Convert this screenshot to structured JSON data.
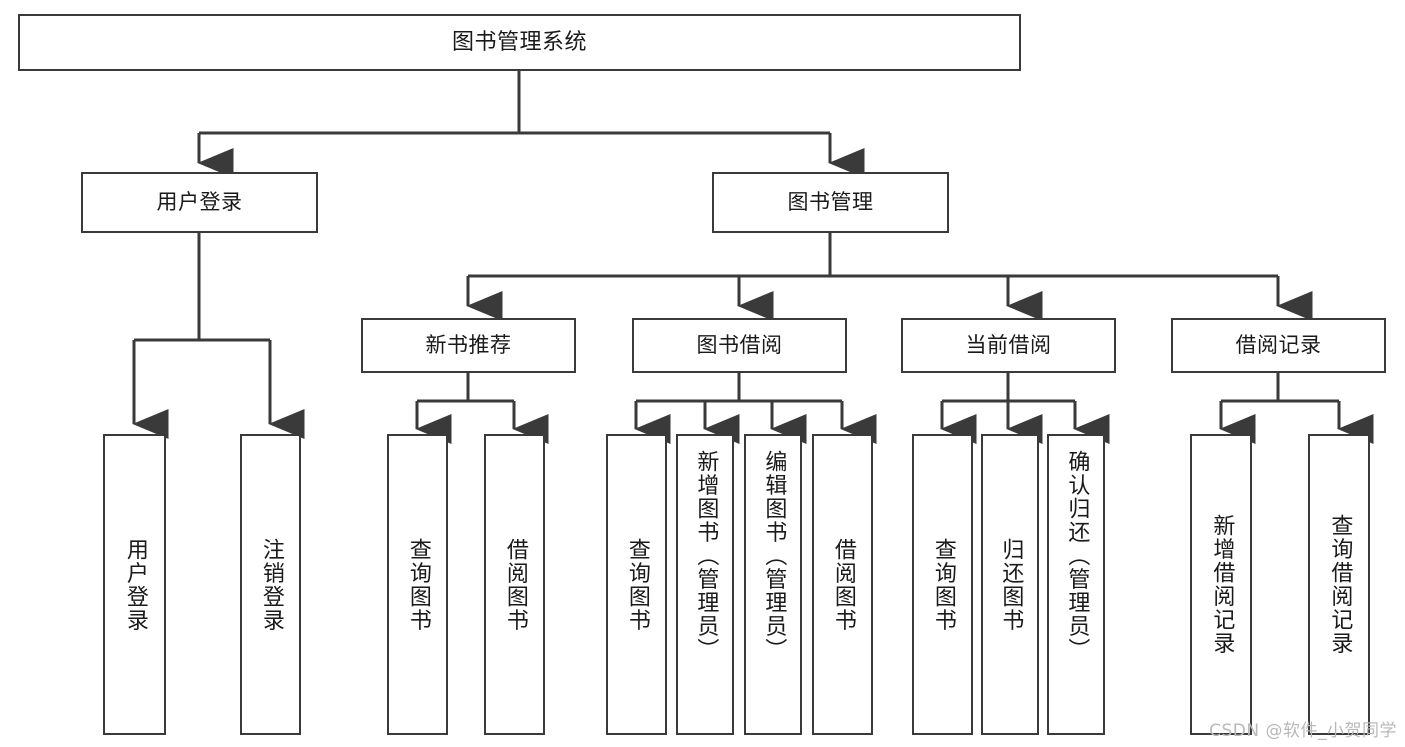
{
  "diagram": {
    "title": "图书管理系统",
    "watermark": "CSDN @软件_小贺同学",
    "line_color": "#3a3a3a",
    "background_color": "#ffffff",
    "text_color": "#1a1a1a",
    "root": {
      "label": "图书管理系统"
    },
    "level1": [
      {
        "label": "用户登录"
      },
      {
        "label": "图书管理"
      }
    ],
    "level2": [
      {
        "label": "新书推荐"
      },
      {
        "label": "图书借阅"
      },
      {
        "label": "当前借阅"
      },
      {
        "label": "借阅记录"
      }
    ],
    "leaves": [
      {
        "label": "用户登录",
        "parent": "用户登录"
      },
      {
        "label": "注销登录",
        "parent": "用户登录"
      },
      {
        "label": "查询图书",
        "parent": "新书推荐"
      },
      {
        "label": "借阅图书",
        "parent": "新书推荐"
      },
      {
        "label": "查询图书",
        "parent": "图书借阅"
      },
      {
        "label": "新增图书（管理员）",
        "parent": "图书借阅"
      },
      {
        "label": "编辑图书（管理员）",
        "parent": "图书借阅"
      },
      {
        "label": "借阅图书",
        "parent": "图书借阅"
      },
      {
        "label": "查询图书",
        "parent": "当前借阅"
      },
      {
        "label": "归还图书",
        "parent": "当前借阅"
      },
      {
        "label": "确认归还（管理员）",
        "parent": "当前借阅"
      },
      {
        "label": "新增借阅记录",
        "parent": "借阅记录"
      },
      {
        "label": "查询借阅记录",
        "parent": "借阅记录"
      }
    ]
  }
}
